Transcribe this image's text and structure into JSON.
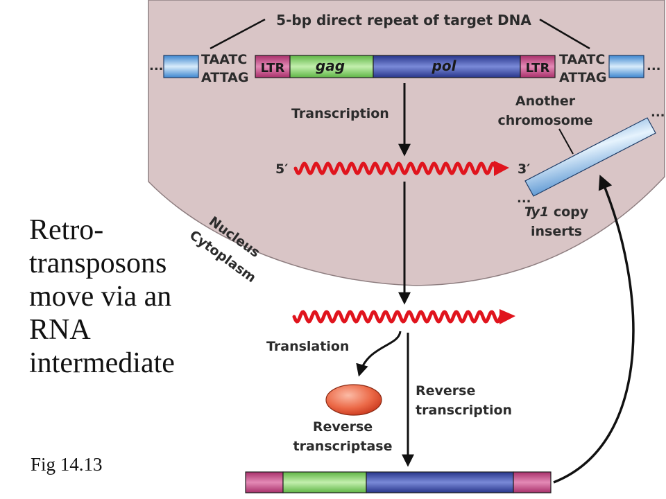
{
  "caption": {
    "lines": [
      "Retro-",
      "transposons",
      "move via an",
      "RNA",
      "intermediate"
    ]
  },
  "figure_label": "Fig 14.13",
  "diagram": {
    "direct_repeat_label": "5-bp direct repeat of target DNA",
    "left_repeat": {
      "top": "TAATC",
      "bottom": "ATTAG"
    },
    "right_repeat": {
      "top": "TAATC",
      "bottom": "ATTAG"
    },
    "element": {
      "ltr_left": "LTR",
      "gag": "gag",
      "pol": "pol",
      "ltr_right": "LTR"
    },
    "ellipsis": "...",
    "transcription_label": "Transcription",
    "rna_5prime": "5′",
    "rna_3prime": "3′",
    "another_chromosome_lines": [
      "Another",
      "chromosome"
    ],
    "ty1_insert": {
      "ty1": "Ty1",
      "copy": " copy",
      "inserts": "inserts"
    },
    "nucleus_label": "Nucleus",
    "cytoplasm_label": "Cytoplasm",
    "translation_label": "Translation",
    "reverse_transcriptase_lines": [
      "Reverse",
      "transcriptase"
    ],
    "reverse_transcription_lines": [
      "Reverse",
      "transcription"
    ],
    "colors": {
      "nucleus": "#d9c5c6",
      "ltr": "#c2417e",
      "gag": "#86d06c",
      "pol": "#3a4aa8",
      "flank": "#5aa6e6",
      "rna": "#e0141d",
      "enzyme": "#e8553a"
    }
  }
}
